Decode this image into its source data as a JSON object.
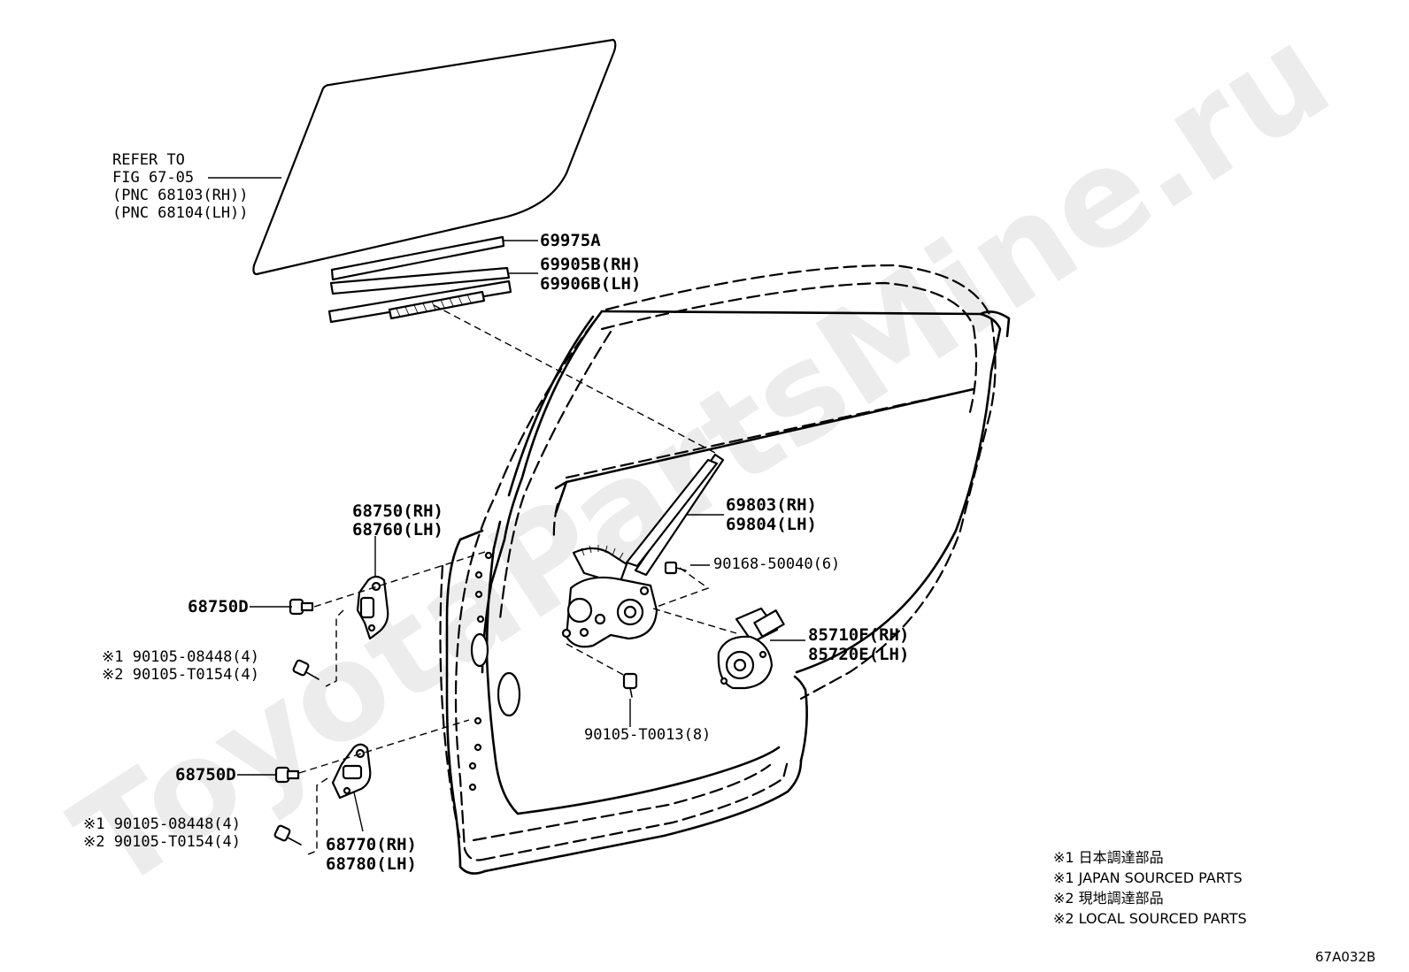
{
  "watermark": "ToyotaPartsMine.ru",
  "labels": {
    "glass_ref": [
      "REFER TO",
      "FIG 67-05",
      "(PNC 68103(RH))",
      "(PNC 68104(LH))"
    ],
    "p69975a": "69975A",
    "p69905b": "69905B(RH)",
    "p69906b": "69906B(LH)",
    "p69803": "69803(RH)",
    "p69804": "69804(LH)",
    "p90168": "90168-50040(6)",
    "p85710f": "85710F(RH)",
    "p85720e": "85720E(LH)",
    "p90105_t0013": "90105-T0013(8)",
    "p68750": "68750(RH)",
    "p68760": "68760(LH)",
    "p68750d_upper": "68750D",
    "bolt_upper_1": "※1 90105-08448(4)",
    "bolt_upper_2": "※2 90105-T0154(4)",
    "p68750d_lower": "68750D",
    "bolt_lower_1": "※1 90105-08448(4)",
    "bolt_lower_2": "※2 90105-T0154(4)",
    "p68770": "68770(RH)",
    "p68780": "68780(LH)"
  },
  "legend": [
    "※1 日本調達部品",
    "※1 JAPAN SOURCED PARTS",
    "※2 現地調達部品",
    "※2 LOCAL SOURCED PARTS"
  ],
  "figure_code": "67A032B"
}
